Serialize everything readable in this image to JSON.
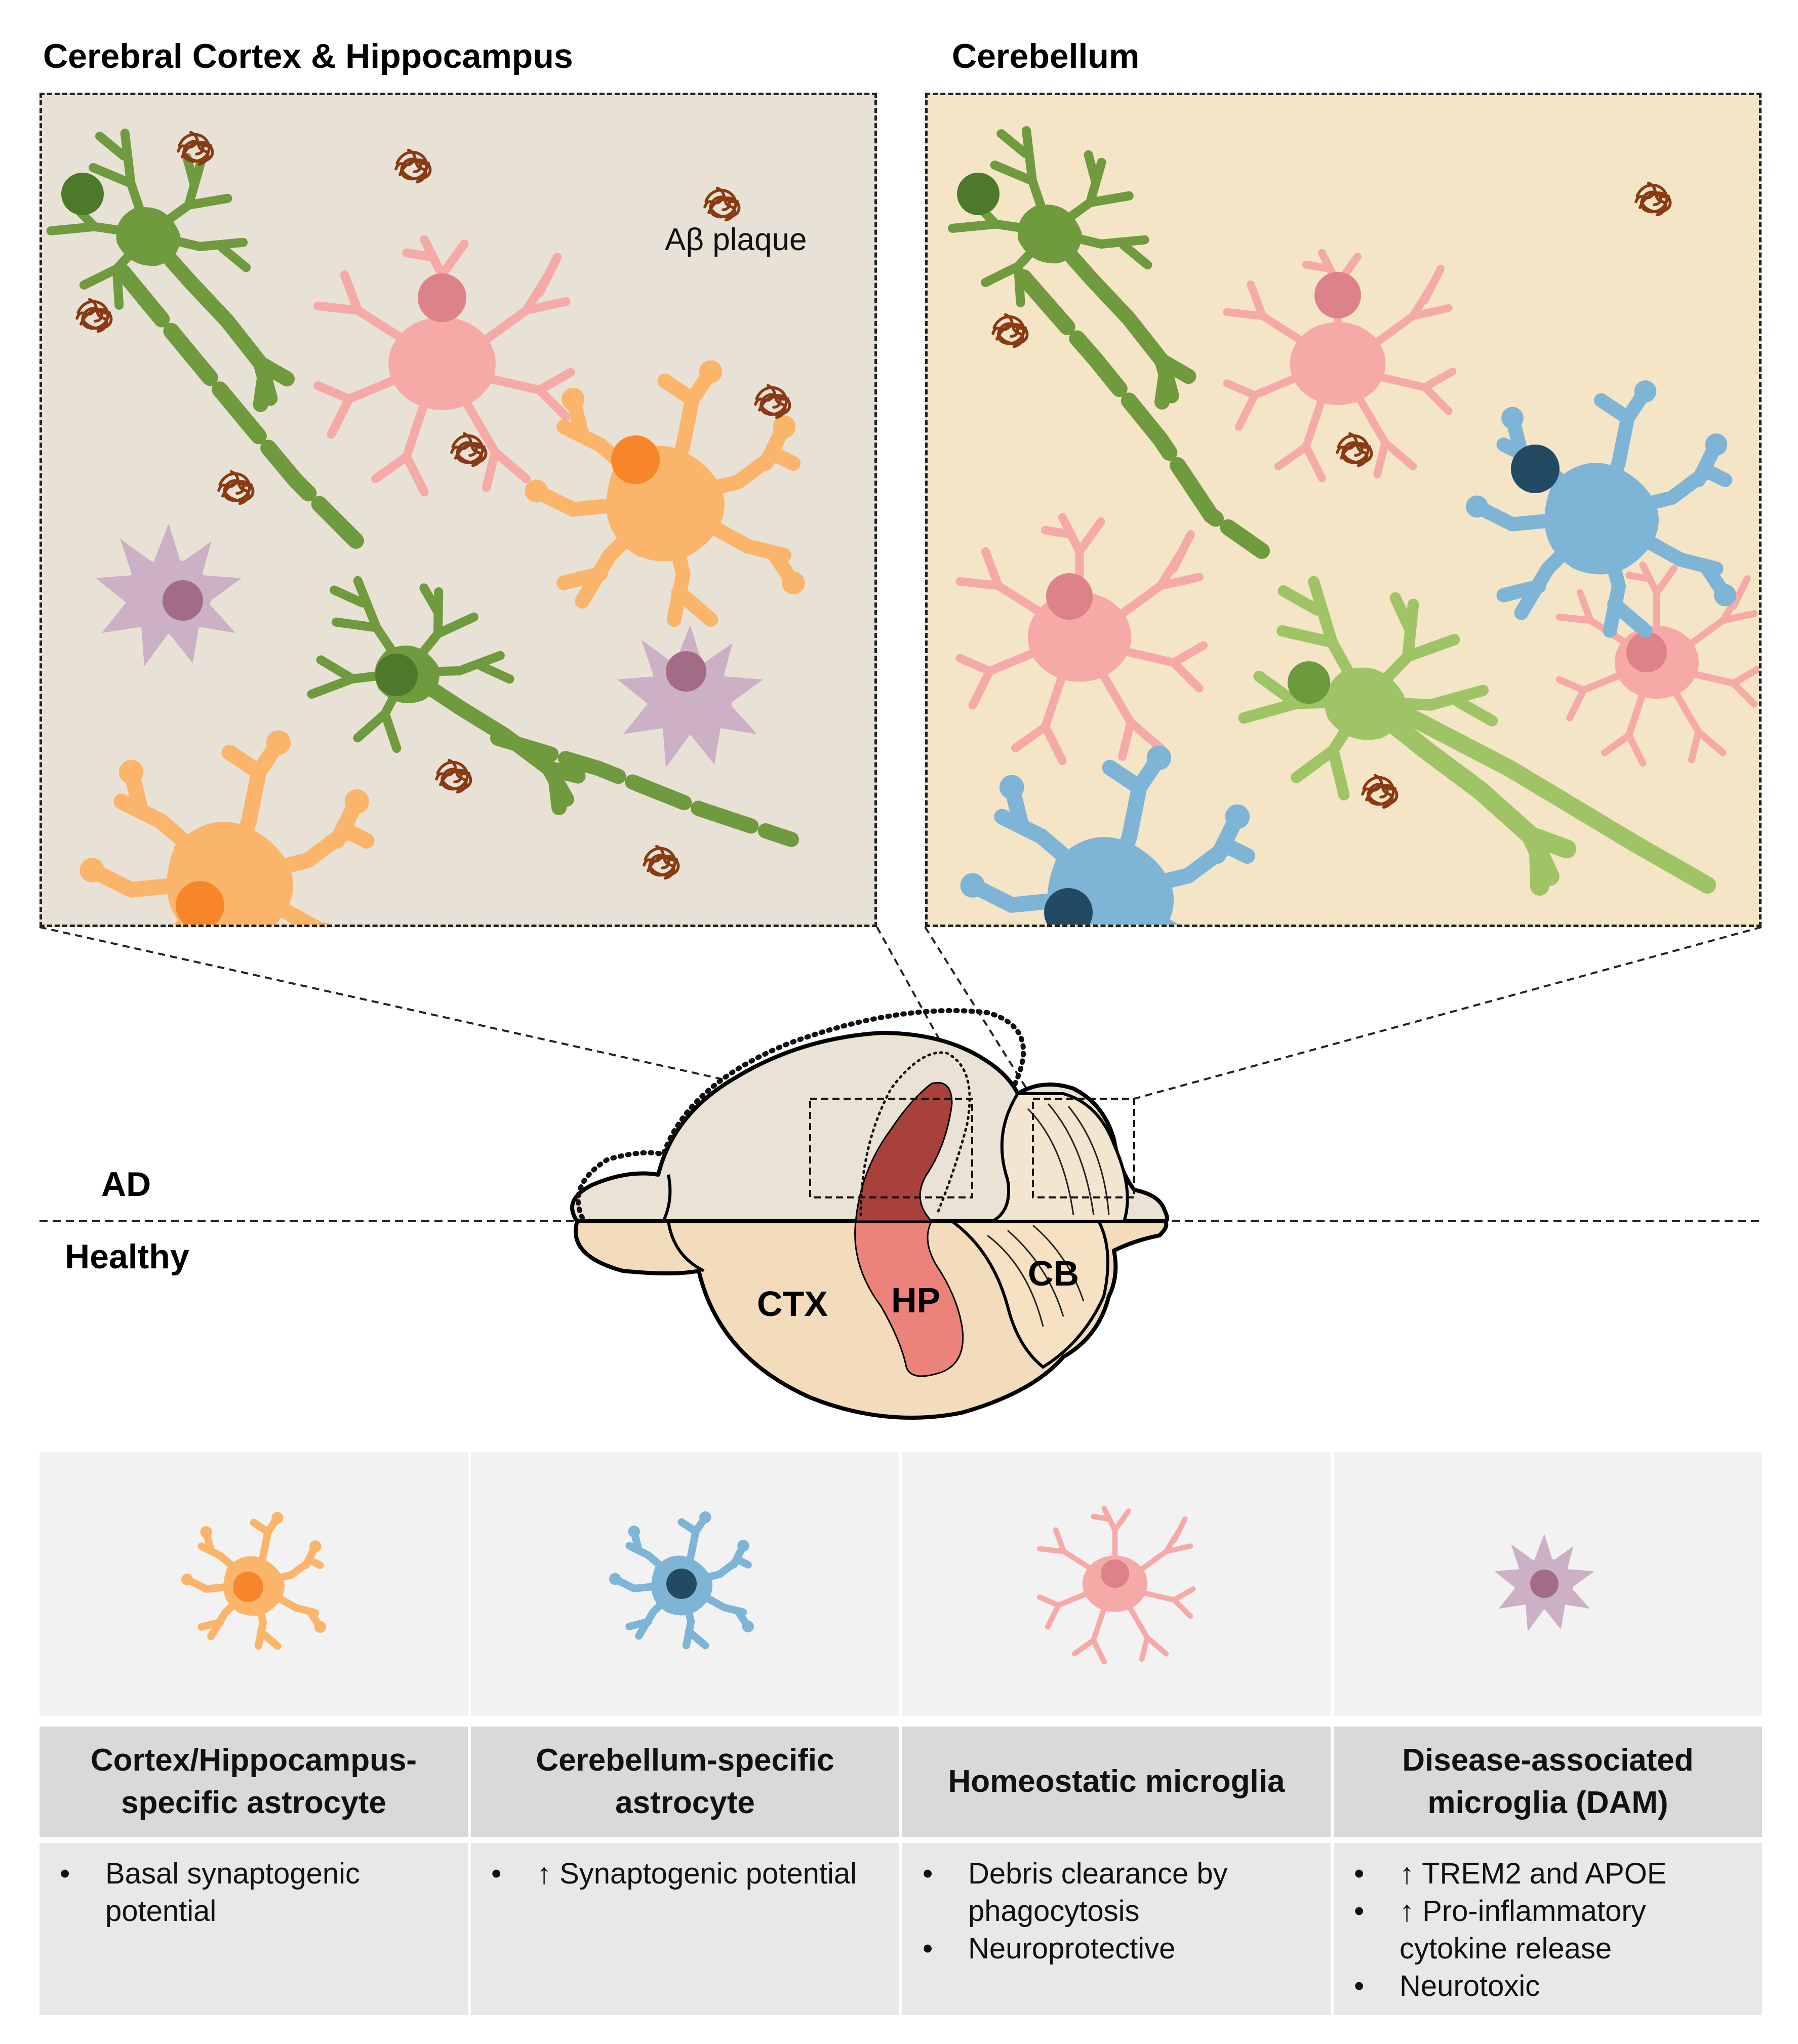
{
  "panels": {
    "left_title": "Cerebral Cortex & Hippocampus",
    "right_title": "Cerebellum",
    "plaque_label": "Aβ plaque"
  },
  "brain": {
    "ad_label": "AD",
    "healthy_label": "Healthy",
    "ctx_label": "CTX",
    "hp_label": "HP",
    "cb_label": "CB"
  },
  "colors": {
    "cortex_astrocyte": "#fbb56a",
    "cerebellum_astrocyte": "#7eb4d6",
    "homeostatic_microglia": "#f6aaa8",
    "dam": "#cbb0c6",
    "neuron_dark": "#6f9a3e",
    "neuron_light": "#9fc466",
    "plaque": "#8a3a12",
    "left_bg": "#e8e2d6",
    "right_bg": "#f4e5c7",
    "hippocampus_ad": "#a8413b",
    "hippocampus_healthy": "#ec837a"
  },
  "cards": [
    {
      "title": "Cortex/Hippocampus-specific astrocyte",
      "icon": "cortex-astrocyte-icon",
      "bullets": [
        "Basal synaptogenic potential"
      ]
    },
    {
      "title": "Cerebellum-specific astrocyte",
      "icon": "cerebellum-astrocyte-icon",
      "bullets": [
        "↑ Synaptogenic potential"
      ]
    },
    {
      "title": "Homeostatic microglia",
      "icon": "homeostatic-microglia-icon",
      "bullets": [
        "Debris clearance by phagocytosis",
        "Neuroprotective"
      ]
    },
    {
      "title": "Disease-associated microglia (DAM)",
      "icon": "dam-icon",
      "bullets": [
        "↑ TREM2 and APOE",
        "↑ Pro-inflammatory cytokine release",
        "Neurotoxic"
      ]
    }
  ]
}
